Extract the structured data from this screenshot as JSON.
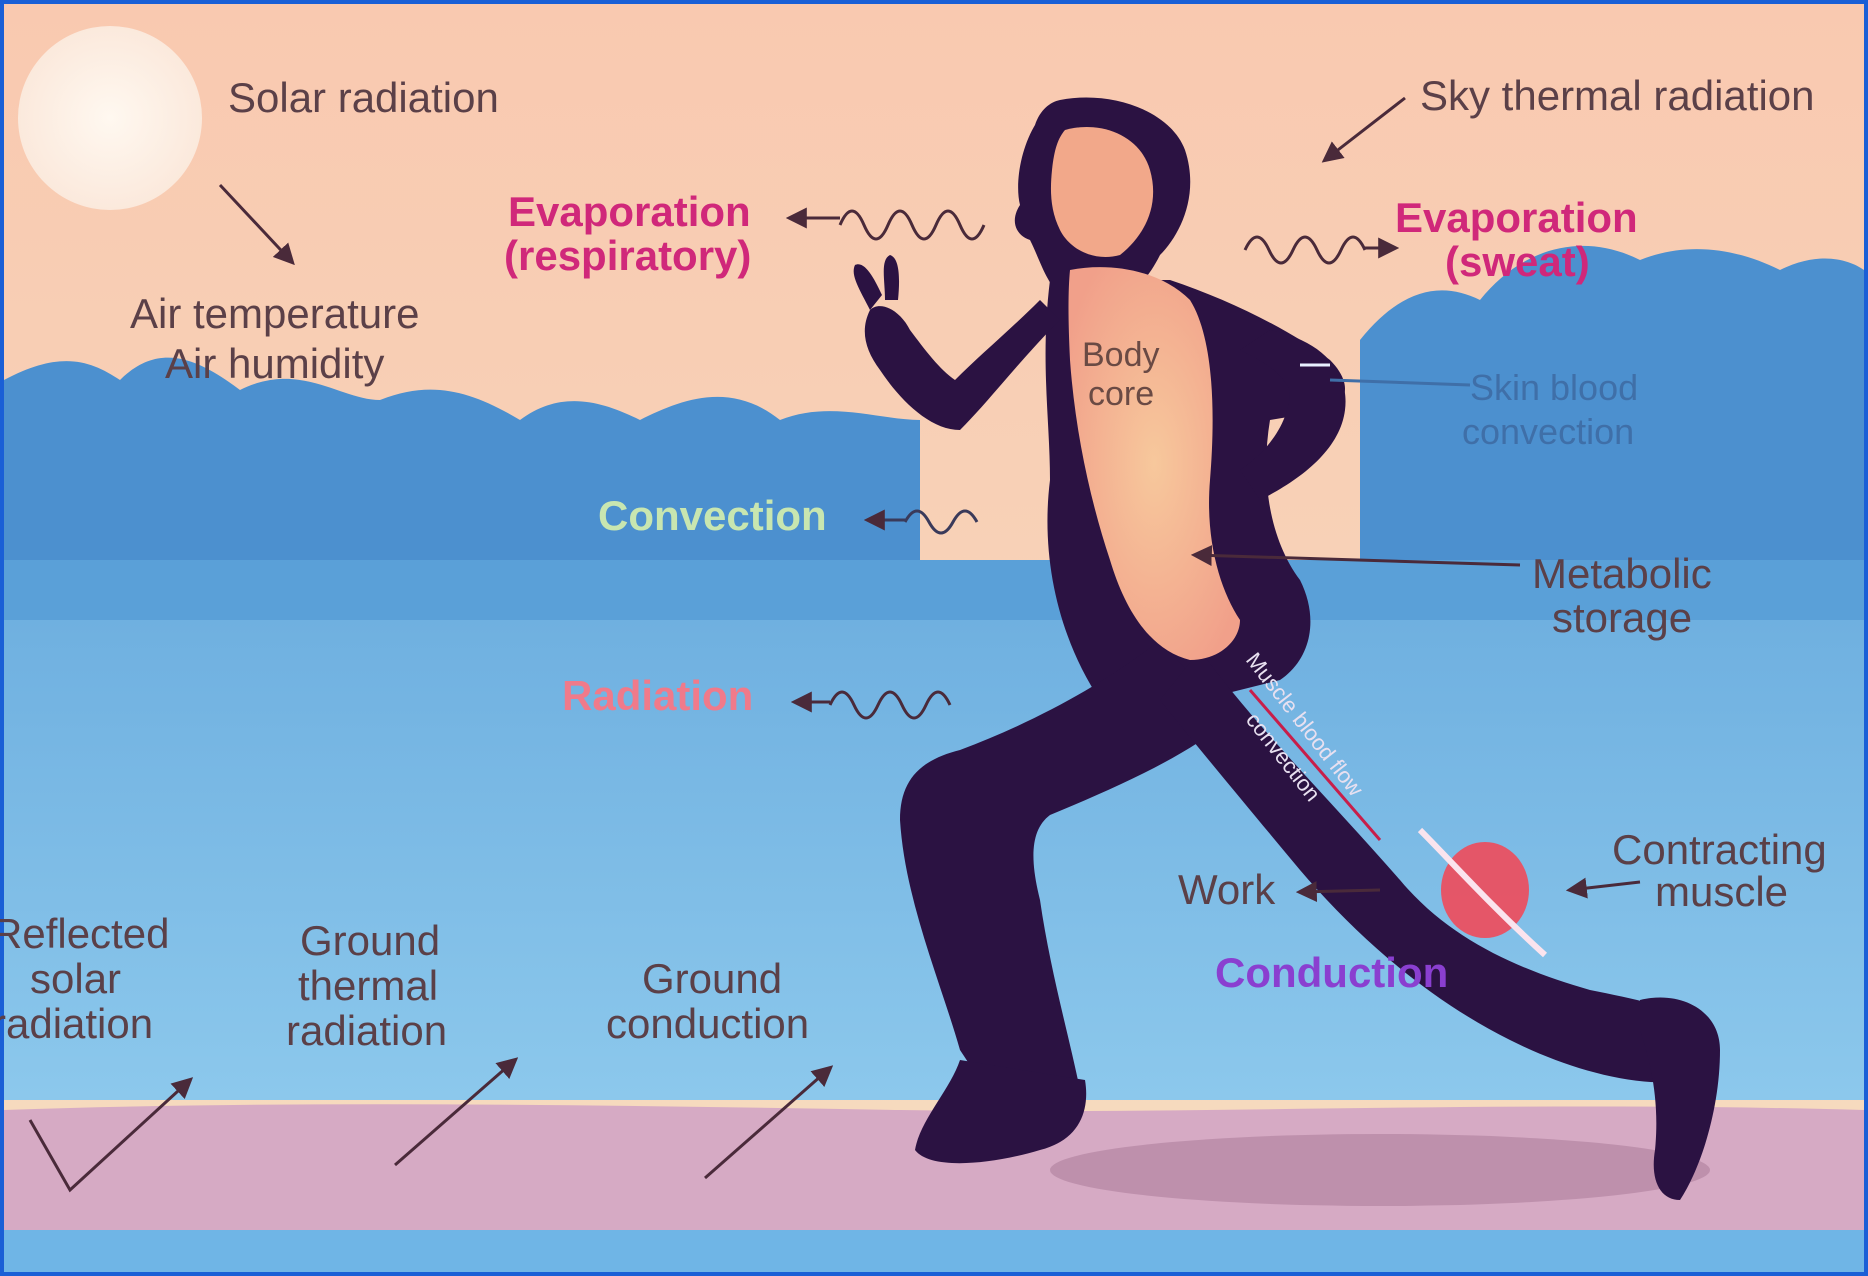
{
  "labels": {
    "solar_radiation": "Solar radiation",
    "sky_thermal_radiation": "Sky thermal radiation",
    "evaporation_respiratory_1": "Evaporation",
    "evaporation_respiratory_2": "(respiratory)",
    "evaporation_sweat_1": "Evaporation",
    "evaporation_sweat_2": "(sweat)",
    "air_temperature": "Air temperature",
    "air_humidity": "Air humidity",
    "body_core_1": "Body",
    "body_core_2": "core",
    "skin_blood_1": "Skin blood",
    "skin_blood_2": "convection",
    "convection": "Convection",
    "metabolic_1": "Metabolic",
    "metabolic_2": "storage",
    "radiation": "Radiation",
    "muscle_blood_1": "Muscle blood flow",
    "muscle_blood_2": "convection",
    "contracting_1": "Contracting",
    "contracting_2": "muscle",
    "work": "Work",
    "conduction": "Conduction",
    "reflected_1": "Reflected",
    "reflected_2": "solar",
    "reflected_3": "radiation",
    "ground_thermal_1": "Ground",
    "ground_thermal_2": "thermal",
    "ground_thermal_3": "radiation",
    "ground_conduction_1": "Ground",
    "ground_conduction_2": "conduction"
  },
  "colors": {
    "frame": "#1a5fd6",
    "sky_top": "#f8d8b8",
    "sky_bottom": "#f3cfb7",
    "cloud": "#4f93d0",
    "field": "#7fbde3",
    "ground": "#d4a8c0",
    "runner": "#2a1040",
    "core": "#f6b394"
  }
}
